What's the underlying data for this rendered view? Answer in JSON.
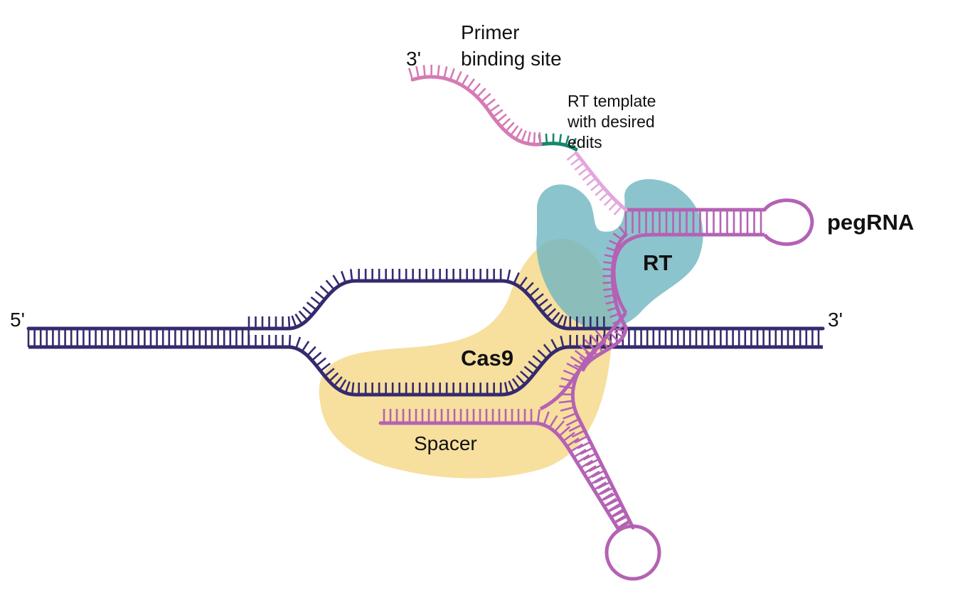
{
  "labels": {
    "primer_binding_site_line1": "Primer",
    "primer_binding_site_line2": "binding site",
    "primer_3prime": "3'",
    "rt_template_line1": "RT template",
    "rt_template_line2": "with desired",
    "rt_template_line3": "edits",
    "pegrna": "pegRNA",
    "rt": "RT",
    "cas9": "Cas9",
    "spacer": "Spacer",
    "dna_5prime": "5'",
    "dna_3prime": "3'"
  },
  "colors": {
    "dna": "#342a6e",
    "pegrna": "#b462b4",
    "pegrna_light": "#e4a6dc",
    "primer_strand": "#d57ab4",
    "edit_region": "#16876a",
    "cas9": "#f6d98d",
    "rt_protein": "#6fb5c0"
  }
}
